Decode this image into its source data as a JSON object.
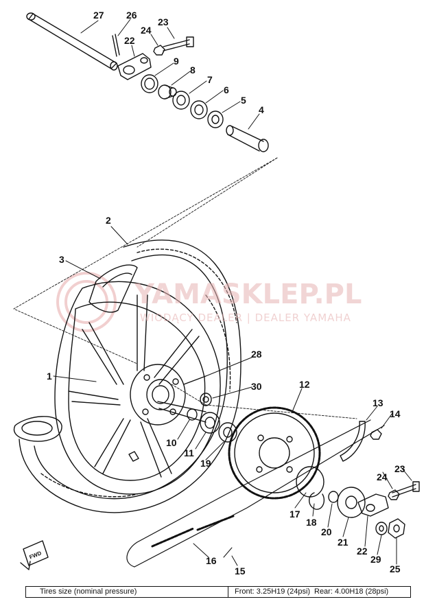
{
  "watermark": {
    "brand": "YAMASKLEP.PL",
    "tagline": "WIODĄCY DEALER | DEALER YAMAHA"
  },
  "parts": [
    "1",
    "2",
    "3",
    "4",
    "5",
    "6",
    "7",
    "8",
    "9",
    "10",
    "11",
    "12",
    "13",
    "14",
    "15",
    "16",
    "17",
    "18",
    "19",
    "20",
    "21",
    "22",
    "23",
    "24",
    "25",
    "26",
    "27",
    "28",
    "29",
    "30"
  ],
  "direction_badge": "FWD",
  "footer": {
    "tire_label": "Tires size (nominal pressure)",
    "front": "Front:  3.25H19 (24psi)",
    "rear": "Rear:  4.00H18 (28psi)"
  }
}
